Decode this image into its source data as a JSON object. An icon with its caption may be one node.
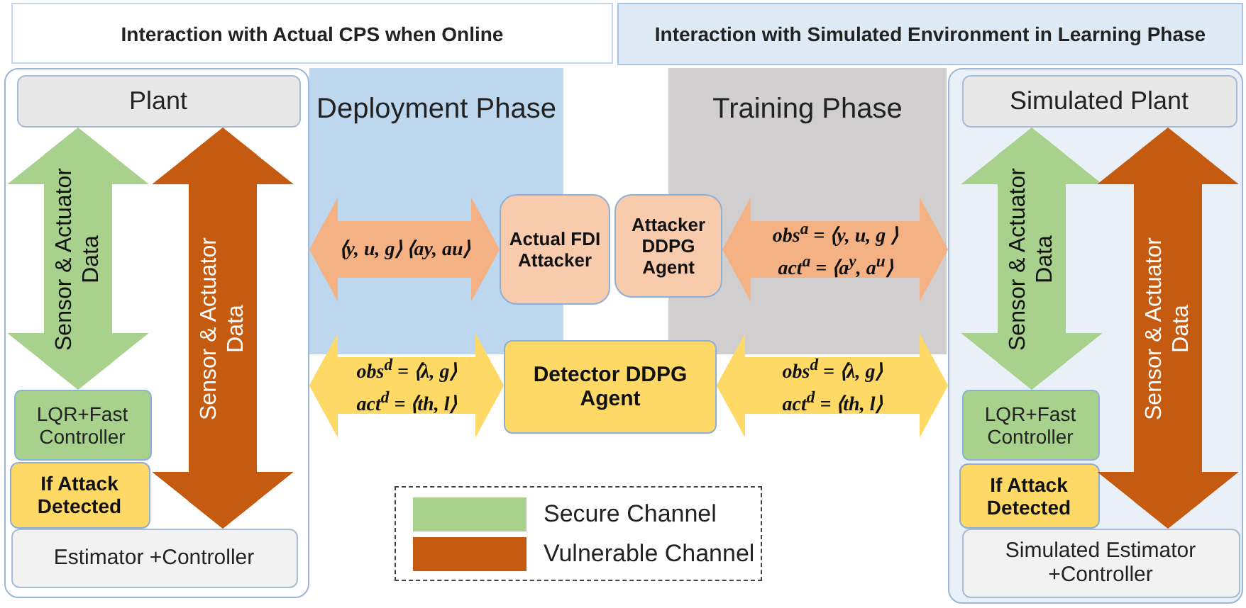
{
  "diagram": {
    "nodes": [
      {
        "text": [
          "Interaction with Actual CPS when Online"
        ]
      },
      {
        "text": [
          "Interaction with Simulated Environment in Learning Phase"
        ]
      },
      {
        "text": [],
        "shape": "box"
      },
      {
        "text": [
          "Plant"
        ],
        "in": 2
      },
      {
        "text": [
          "LQR+Fast Controller"
        ],
        "in": 2
      },
      {
        "text": [
          "If Attack Detected"
        ],
        "in": 2
      },
      {
        "text": [
          "Estimator +Controller"
        ],
        "in": 2
      },
      {
        "text": [
          "Deployment Phase"
        ]
      },
      {
        "text": [
          "Training Phase"
        ]
      },
      {
        "text": [
          "Actual FDI Attacker"
        ]
      },
      {
        "text": [
          "Attacker DDPG Agent"
        ]
      },
      {
        "text": [
          "Detector DDPG Agent"
        ]
      },
      {
        "text": [],
        "shape": "box"
      },
      {
        "text": [
          "Simulated Plant"
        ],
        "in": 12
      },
      {
        "text": [
          "LQR+Fast Controller"
        ],
        "in": 12
      },
      {
        "text": [
          "If Attack Detected"
        ],
        "in": 12
      },
      {
        "text": [
          "Simulated Estimator +Controller"
        ],
        "in": 12
      }
    ],
    "edges": [
      {
        "from": 3,
        "to": 4,
        "arrow": "both",
        "label": "Sensor & Actuator Data",
        "color": "#a9d18e"
      },
      {
        "from": 3,
        "to": 6,
        "arrow": "both",
        "label": "Sensor & Actuator Data",
        "color": "#c55a11"
      },
      {
        "from": 2,
        "to": 9,
        "arrow": "both",
        "label": "⟨y, u, g⟩ ⟨ay, au⟩",
        "color": "#f4b183"
      },
      {
        "from": 10,
        "to": 12,
        "arrow": "both",
        "label": "obs$^{a}$ = ⟨y, u, g ⟩ act$^{a}$ = ⟨a$^{y}$, a$^{u}$⟩",
        "color": "#f4b183"
      },
      {
        "from": 2,
        "to": 11,
        "arrow": "both",
        "label": "obs$^{d}$ = ⟨λ, g⟩ act$^{d}$ = ⟨th, l⟩",
        "color": "#ffd966"
      },
      {
        "from": 11,
        "to": 12,
        "arrow": "both",
        "label": "obs$^{d}$ = ⟨λ, g⟩ act$^{d}$ = ⟨th, l⟩",
        "color": "#ffd966"
      },
      {
        "from": 13,
        "to": 14,
        "arrow": "both",
        "label": "Sensor & Actuator Data",
        "color": "#a9d18e"
      },
      {
        "from": 13,
        "to": 16,
        "arrow": "both",
        "label": "Sensor & Actuator Data",
        "color": "#c55a11"
      }
    ],
    "legend": [
      {
        "text": "Secure Channel",
        "color": "#a9d18e"
      },
      {
        "text": "Vulnerable Channel",
        "color": "#c55a11"
      }
    ]
  }
}
